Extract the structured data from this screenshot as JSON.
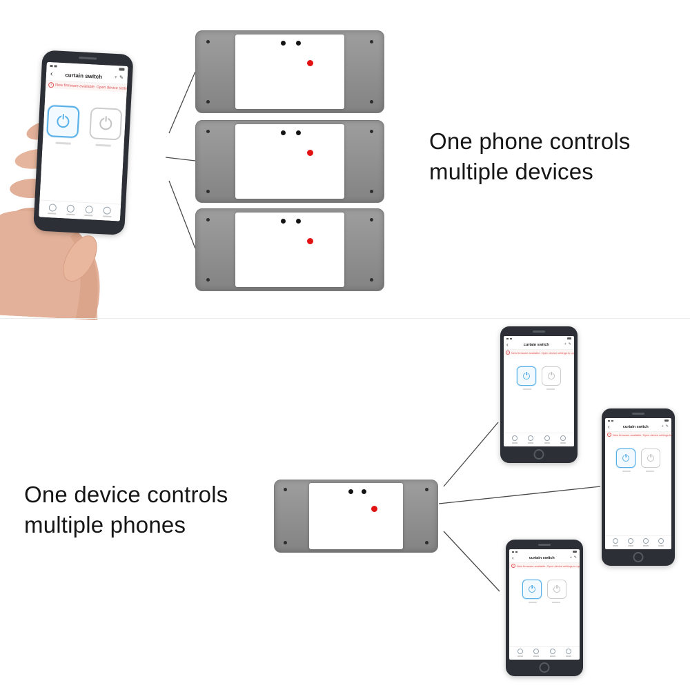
{
  "sections": {
    "top": {
      "headline_line1": "One phone controls",
      "headline_line2": "multiple devices"
    },
    "bottom": {
      "headline_line1": "One device controls",
      "headline_line2": "multiple phones"
    }
  },
  "phone_app": {
    "title": "curtain switch",
    "back_icon": "‹",
    "add_icon": "+",
    "edit_icon": "✎",
    "alert_icon": "!",
    "notice": "New firmware available. Open device settings to update it",
    "accent_color": "#58b0e8",
    "inactive_color": "#c2c2c2",
    "notice_color": "#e05555"
  },
  "device": {
    "body_color": "#8f8f8f",
    "panel_color": "#ffffff",
    "button_dot_color": "#141414",
    "led_color": "#e01212"
  }
}
